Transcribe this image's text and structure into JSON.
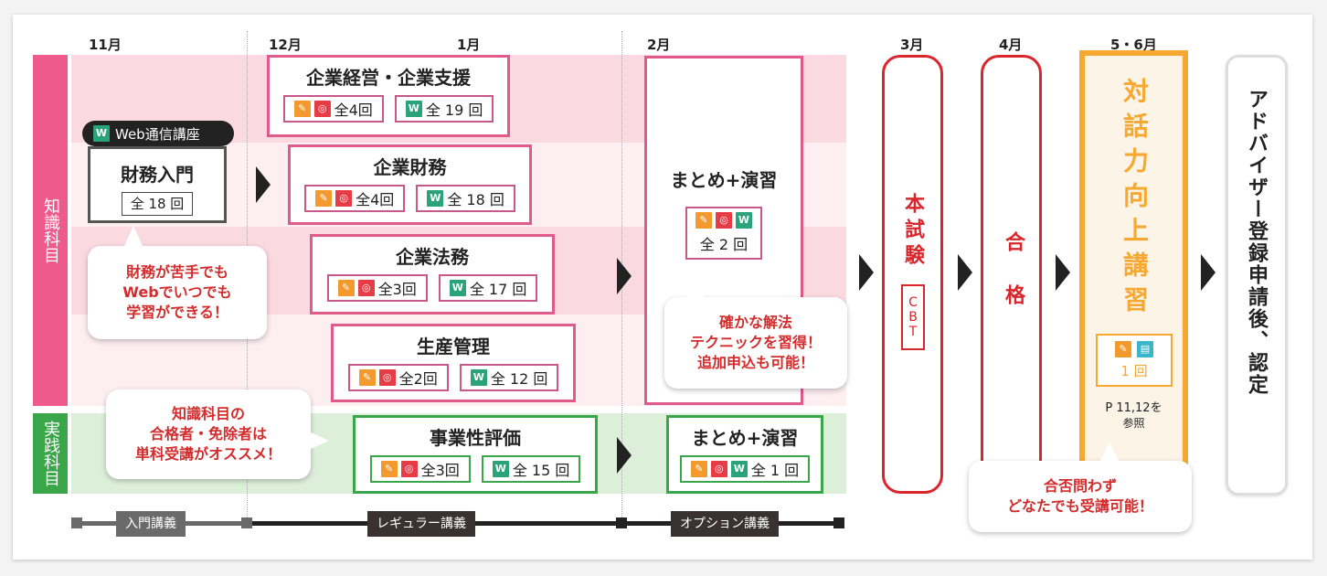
{
  "months": [
    "11月",
    "12月",
    "1月",
    "2月",
    "3月",
    "4月",
    "5・6月"
  ],
  "sections": {
    "knowledge": {
      "label": "知識科目",
      "color": "#ef5a8c"
    },
    "practice": {
      "label": "実践科目",
      "color": "#3aa64a"
    }
  },
  "intro_course": {
    "badge": "Web通信講座",
    "title": "財務入門",
    "count": "全 18 回"
  },
  "courses": [
    {
      "title": "企業経営・企業支援",
      "live_count": "全4回",
      "web_count": "全 19 回"
    },
    {
      "title": "企業財務",
      "live_count": "全4回",
      "web_count": "全 18 回"
    },
    {
      "title": "企業法務",
      "live_count": "全3回",
      "web_count": "全 17 回"
    },
    {
      "title": "生産管理",
      "live_count": "全2回",
      "web_count": "全 12 回"
    },
    {
      "title": "事業性評価",
      "live_count": "全3回",
      "web_count": "全 15 回"
    }
  ],
  "summary_knowledge": {
    "title": "まとめ+演習",
    "count": "全 2 回"
  },
  "summary_practice": {
    "title": "まとめ+演習",
    "count": "全 1 回"
  },
  "exam": {
    "title": "本試験",
    "sub": "CBT"
  },
  "pass": {
    "title": "合格"
  },
  "dialogue": {
    "title": "対話力向上講習",
    "count": "1 回",
    "ref": "P 11,12を",
    "ref2": "参照"
  },
  "final": {
    "title": "アドバイザー登録申請後、認定"
  },
  "bubbles": {
    "web": [
      "財務が苦手でも",
      "Webでいつでも",
      "学習ができる！"
    ],
    "single": [
      "知識科目の",
      "合格者・免除者は",
      "単科受講がオススメ！"
    ],
    "technique": [
      "確かな解法",
      "テクニックを習得！",
      "追加申込も可能！"
    ],
    "anyone": [
      "合否問わず",
      "どなたでも受講可能！"
    ]
  },
  "timeline": {
    "intro": "入門講義",
    "regular": "レギュラー講義",
    "option": "オプション講義"
  },
  "icons": {
    "live": "lecture-icon",
    "dvd": "dvd-icon",
    "web": "web-icon",
    "material": "material-icon"
  }
}
